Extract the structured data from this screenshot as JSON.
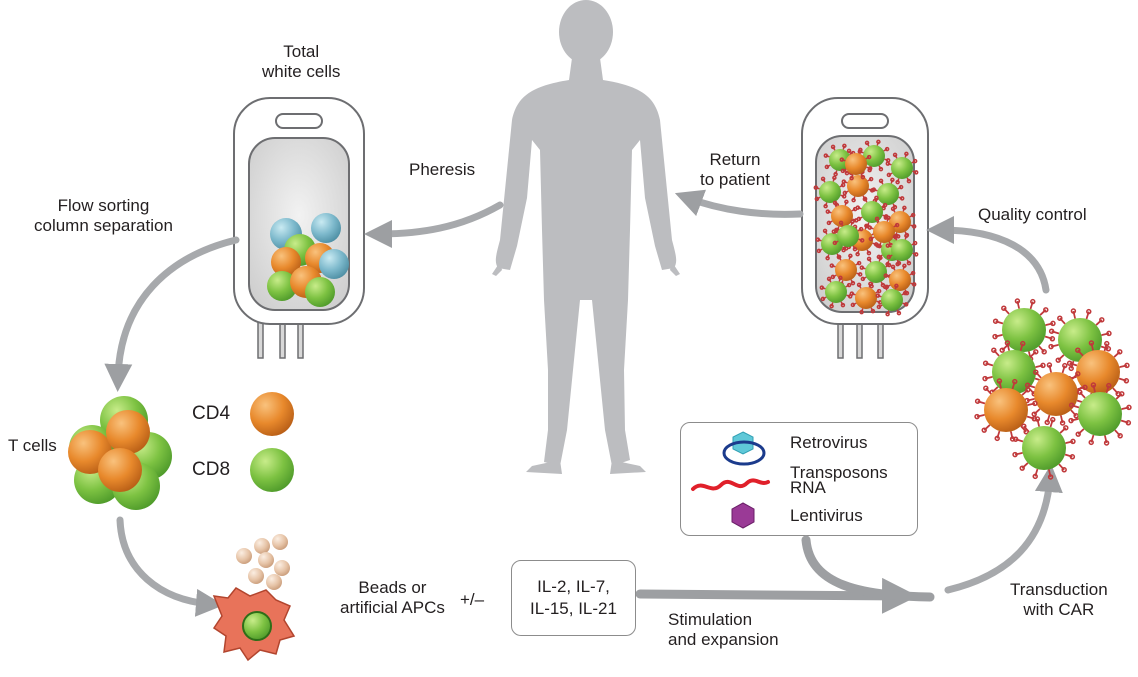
{
  "labels": {
    "total_white_cells": [
      "Total",
      "white cells"
    ],
    "pheresis": "Pheresis",
    "return_to_patient": [
      "Return",
      "to patient"
    ],
    "flow_sorting": [
      "Flow sorting",
      "column separation"
    ],
    "quality_control": "Quality control",
    "t_cells": "T cells",
    "cd4": "CD4",
    "cd8": "CD8",
    "beads_or_apcs": [
      "Beads or",
      "artificial APCs"
    ],
    "plus_minus": "+/–",
    "cytokines": [
      "IL-2, IL-7,",
      "IL-15, IL-21"
    ],
    "stimulation": [
      "Stimulation",
      "and expansion"
    ],
    "transduction": [
      "Transduction",
      "with CAR"
    ]
  },
  "legend": {
    "items": [
      {
        "label": "Retrovirus",
        "icon": "hexagon-cyan"
      },
      {
        "label": "Transposons",
        "icon": "ellipse-blue-outline"
      },
      {
        "label": "RNA",
        "icon": "red-squiggle"
      },
      {
        "label": "Lentivirus",
        "icon": "hexagon-purple"
      }
    ]
  },
  "colors": {
    "cd4": "#e8892c",
    "cd8": "#7dc242",
    "cyan_cell": "#6eb7cc",
    "arrow": "#a7a9ac",
    "body": "#bcbdc0",
    "car": "#c0393b",
    "apc": "#e8735a",
    "bead": "#e9c9b0",
    "retrovirus": "#5fc8d8",
    "transposon": "#1b3b8c",
    "lentivirus": "#9a3a96"
  }
}
